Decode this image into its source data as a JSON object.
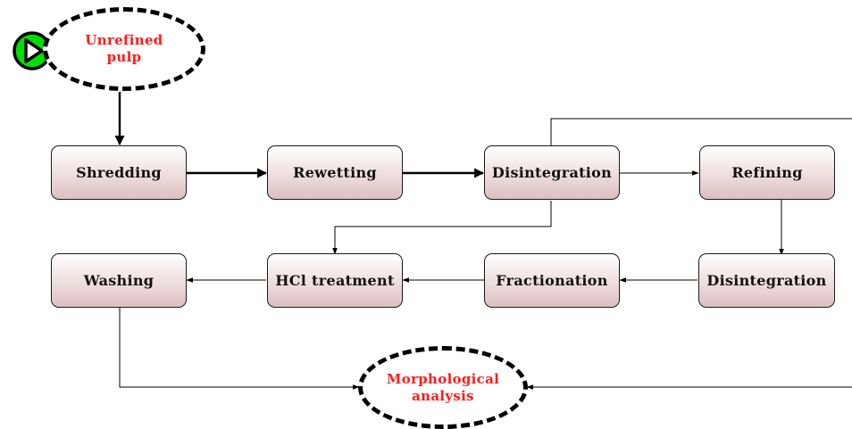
{
  "diagram": {
    "start_icon_color": "#00dd00",
    "start_node": {
      "line1": "Unrefined",
      "line2": "pulp"
    },
    "end_node": {
      "line1": "Morphological",
      "line2": "analysis"
    },
    "oval_text_color": "#ff1a1a",
    "process_nodes": {
      "shredding": "Shredding",
      "rewetting": "Rewetting",
      "disintegration_1": "Disintegration",
      "refining": "Refining",
      "disintegration_2": "Disintegration",
      "fractionation": "Fractionation",
      "hcl_treatment": "HCl treatment",
      "washing": "Washing"
    }
  }
}
